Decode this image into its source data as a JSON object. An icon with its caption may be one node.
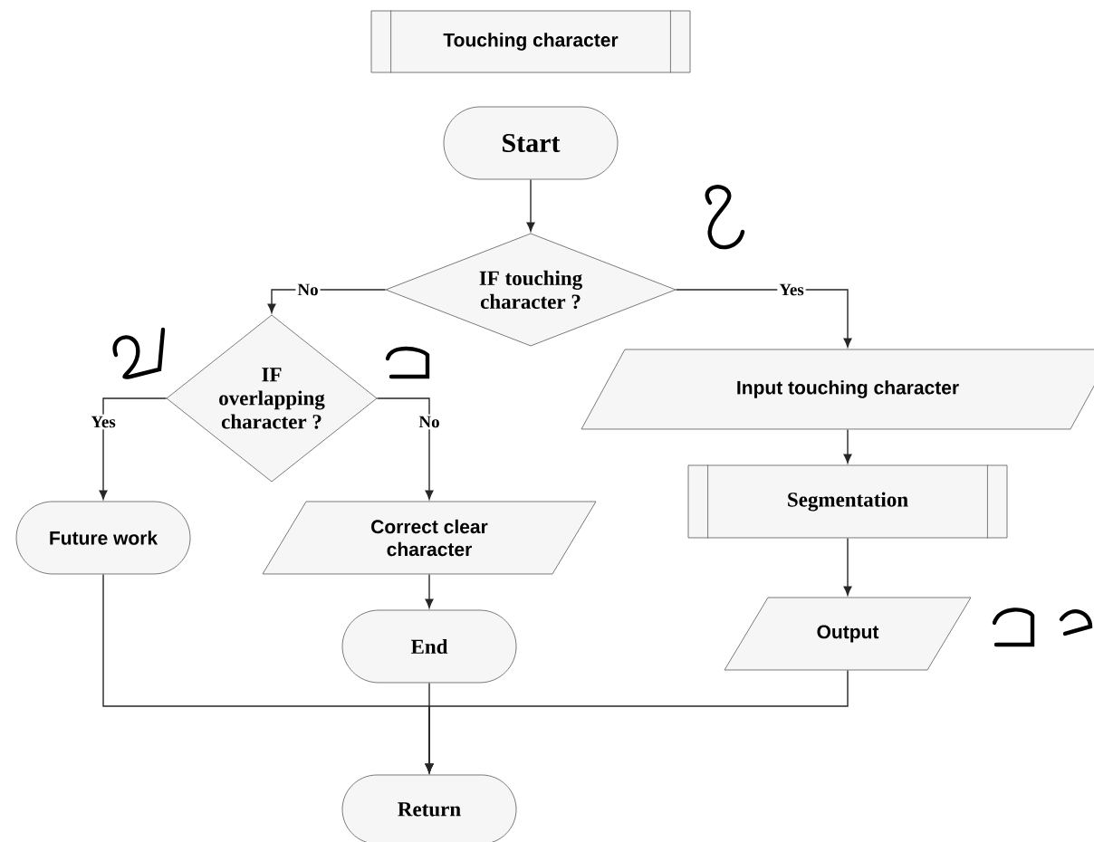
{
  "diagram": {
    "nodes": [
      {
        "text": [
          "Touching character"
        ]
      },
      {
        "text": [
          "Start"
        ]
      },
      {
        "text": [
          "IF touching character ?"
        ]
      },
      {
        "text": [
          "IF overlapping character ?"
        ]
      },
      {
        "text": [
          "Input touching character"
        ]
      },
      {
        "text": [
          "Future work"
        ]
      },
      {
        "text": [
          "Correct clear character"
        ]
      },
      {
        "text": [
          "Segmentation"
        ]
      },
      {
        "text": [
          "End"
        ]
      },
      {
        "text": [
          "Output"
        ]
      },
      {
        "text": [
          "Return"
        ]
      }
    ],
    "edges": [
      {
        "from": 1,
        "to": 2,
        "arrow": "to"
      },
      {
        "from": 2,
        "to": 3,
        "arrow": "to",
        "label": "No"
      },
      {
        "from": 2,
        "to": 4,
        "arrow": "to",
        "label": "Yes"
      },
      {
        "from": 3,
        "to": 5,
        "arrow": "to",
        "label": "Yes"
      },
      {
        "from": 3,
        "to": 6,
        "arrow": "to",
        "label": "No"
      },
      {
        "from": 4,
        "to": 7,
        "arrow": "to"
      },
      {
        "from": 7,
        "to": 9,
        "arrow": "to"
      },
      {
        "from": 6,
        "to": 8,
        "arrow": "to"
      },
      {
        "from": 5,
        "to": 10,
        "arrow": "to"
      },
      {
        "from": 8,
        "to": 10,
        "arrow": "to"
      },
      {
        "from": 9,
        "to": 10,
        "arrow": "to"
      }
    ]
  }
}
